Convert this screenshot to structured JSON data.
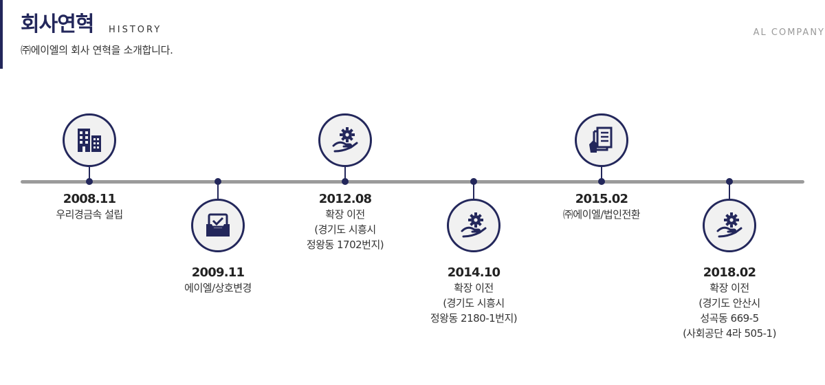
{
  "header": {
    "title": "회사연혁",
    "subtitle": "HISTORY",
    "description": "㈜에이엘의 회사 연혁을 소개합니다.",
    "brand": "AL COMPANY"
  },
  "colors": {
    "accent": "#23275b",
    "line": "#9b9b9b",
    "circle_bg": "#f1f1f1"
  },
  "milestones": [
    {
      "year": "2008.11",
      "lines": [
        "우리경금속 설립"
      ],
      "icon": "building-icon"
    },
    {
      "year": "2009.11",
      "lines": [
        "에이엘/상호변경"
      ],
      "icon": "inbox-check-icon"
    },
    {
      "year": "2012.08",
      "lines": [
        "확장 이전",
        "(경기도 시흥시",
        "정왕동 1702번지)"
      ],
      "icon": "hand-gear-icon"
    },
    {
      "year": "2014.10",
      "lines": [
        "확장 이전",
        "(경기도 시흥시",
        "정왕동 2180-1번지)"
      ],
      "icon": "hand-gear-icon"
    },
    {
      "year": "2015.02",
      "lines": [
        "㈜에이엘/법인전환"
      ],
      "icon": "document-hand-icon"
    },
    {
      "year": "2018.02",
      "lines": [
        "확장 이전",
        "(경기도 안산시",
        "성곡동 669-5",
        "(사회공단 4라 505-1)"
      ],
      "icon": "hand-gear-icon"
    }
  ]
}
